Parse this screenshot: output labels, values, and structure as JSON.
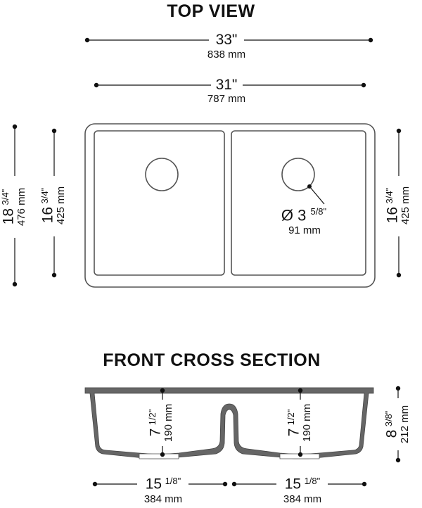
{
  "top_view": {
    "title": "TOP VIEW",
    "overall_width": {
      "imperial": "33\"",
      "metric": "838 mm"
    },
    "interior_width": {
      "imperial": "31\"",
      "metric": "787 mm"
    },
    "overall_depth": {
      "whole": "18",
      "fraction": "3/4\"",
      "metric": "476 mm"
    },
    "bowl_depth_left": {
      "whole": "16",
      "fraction": "3/4\"",
      "metric": "425 mm"
    },
    "bowl_depth_right": {
      "whole": "16",
      "fraction": "3/4\"",
      "metric": "425 mm"
    },
    "drain": {
      "symbol": "Ø",
      "whole": "3",
      "fraction": "5/8\"",
      "metric": "91 mm"
    }
  },
  "front_section": {
    "title": "FRONT CROSS SECTION",
    "bowl_depth_left": {
      "whole": "7",
      "fraction": "1/2\"",
      "metric": "190 mm"
    },
    "bowl_depth_right": {
      "whole": "7",
      "fraction": "1/2\"",
      "metric": "190 mm"
    },
    "overall_height": {
      "whole": "8",
      "fraction": "3/8\"",
      "metric": "212 mm"
    },
    "bowl_width_left": {
      "whole": "15",
      "fraction": "1/8\"",
      "metric": "384 mm"
    },
    "bowl_width_right": {
      "whole": "15",
      "fraction": "1/8\"",
      "metric": "384 mm"
    }
  },
  "colors": {
    "ink": "#111111",
    "sink_fill": "#666666",
    "outline": "#555555"
  }
}
